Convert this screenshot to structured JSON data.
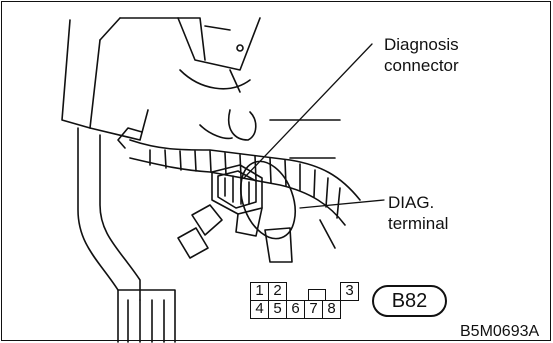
{
  "labels": {
    "diagnosis_connector": [
      "Diagnosis",
      "connector"
    ],
    "diag_terminal": [
      "DIAG.",
      "terminal"
    ]
  },
  "connector": {
    "top_row": [
      "1",
      "2",
      "",
      "",
      "3"
    ],
    "bottom_row": [
      "4",
      "5",
      "6",
      "7",
      "8"
    ],
    "code": "B82"
  },
  "figure_ref": "B5M0693A",
  "colors": {
    "line": "#111111",
    "background": "#ffffff"
  }
}
